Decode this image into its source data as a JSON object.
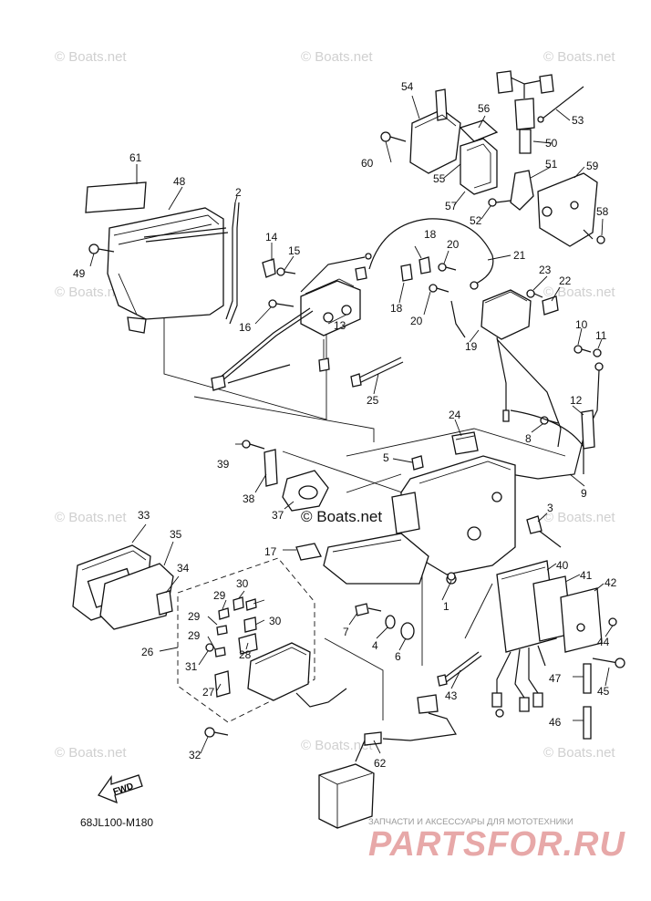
{
  "watermark_text": "© Boats.net",
  "center_watermark": "© Boats.net",
  "diagram_code": "68JL100-M180",
  "fwd_label": "FWD",
  "brand": {
    "tagline": "ЗАПЧАСТИ И АКСЕССУАРЫ ДЛЯ МОТОТЕХНИКИ",
    "name": "PARTSFOR.RU",
    "color": "#e7a8a8"
  },
  "callouts": [
    "1",
    "2",
    "3",
    "4",
    "5",
    "6",
    "7",
    "8",
    "9",
    "10",
    "11",
    "12",
    "13",
    "14",
    "15",
    "16",
    "17",
    "18",
    "18",
    "19",
    "20",
    "20",
    "21",
    "22",
    "23",
    "24",
    "25",
    "26",
    "27",
    "28",
    "29",
    "29",
    "29",
    "30",
    "30",
    "31",
    "32",
    "33",
    "34",
    "35",
    "37",
    "38",
    "39",
    "40",
    "41",
    "42",
    "43",
    "44",
    "45",
    "46",
    "47",
    "48",
    "49",
    "50",
    "51",
    "52",
    "53",
    "54",
    "55",
    "56",
    "57",
    "58",
    "59",
    "60",
    "61",
    "62"
  ]
}
